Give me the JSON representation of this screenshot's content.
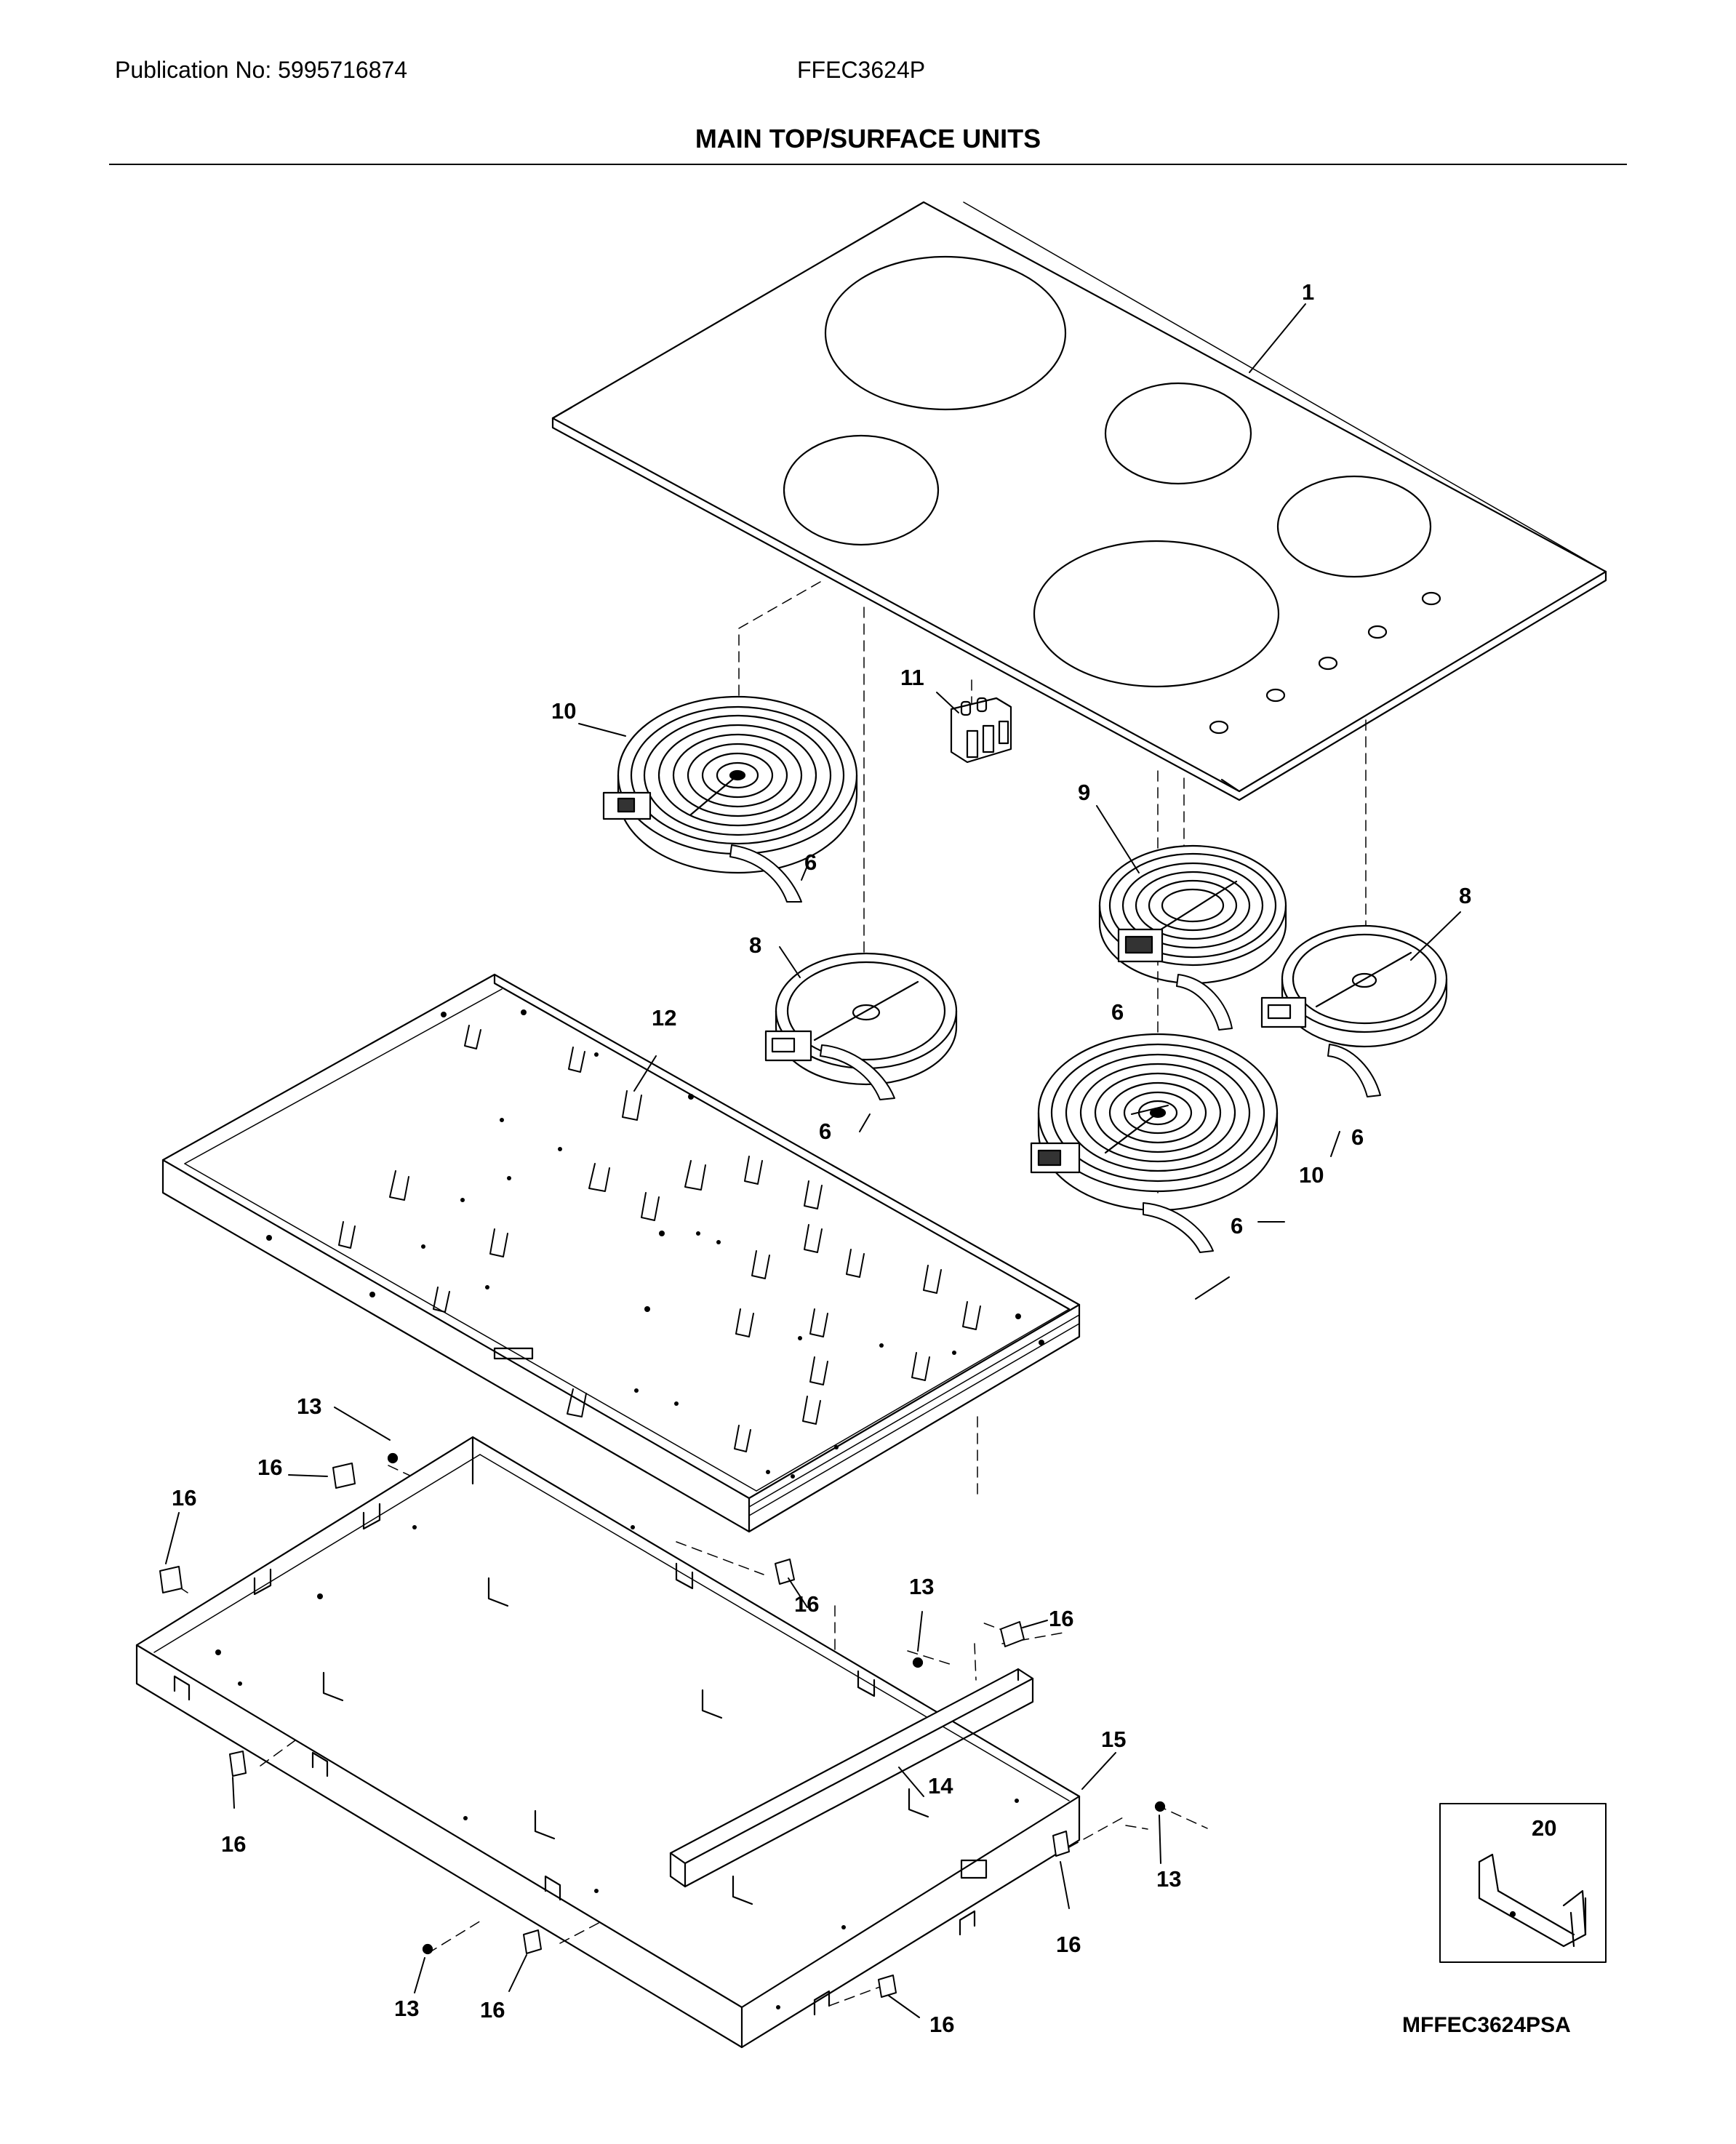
{
  "header": {
    "publication": "Publication No: 5995716874",
    "model": "FFEC3624P",
    "title": "MAIN TOP/SURFACE UNITS"
  },
  "callouts": {
    "c1": "1",
    "c6a": "6",
    "c6b": "6",
    "c6c": "6",
    "c6d": "6",
    "c6e": "6",
    "c8a": "8",
    "c8b": "8",
    "c9": "9",
    "c10a": "10",
    "c10b": "10",
    "c11": "11",
    "c12": "12",
    "c13a": "13",
    "c13b": "13",
    "c13c": "13",
    "c13d": "13",
    "c14": "14",
    "c15": "15",
    "c16a": "16",
    "c16b": "16",
    "c16c": "16",
    "c16d": "16",
    "c16e": "16",
    "c16f": "16",
    "c16g": "16",
    "c16h": "16",
    "c20": "20"
  },
  "footer": {
    "code": "MFFEC3624PSA"
  }
}
